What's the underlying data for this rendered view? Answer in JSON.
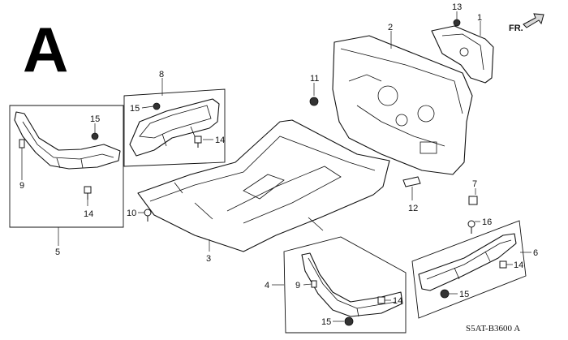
{
  "section_letter": "A",
  "direction_label": "FR.",
  "diagram_code": "S5AT-B3600 A",
  "callouts": {
    "c1": "1",
    "c2": "2",
    "c3": "3",
    "c4": "4",
    "c5": "5",
    "c6": "6",
    "c7": "7",
    "c8": "8",
    "c9_left": "9",
    "c9_lower": "9",
    "c10": "10",
    "c11": "11",
    "c12": "12",
    "c13": "13",
    "c14_box8": "14",
    "c14_box5": "14",
    "c14_box6": "14",
    "c14_box4": "14",
    "c15_box8": "15",
    "c15_box5": "15",
    "c15_box6": "15",
    "c15_box4": "15",
    "c16": "16"
  },
  "colors": {
    "line": "#111111",
    "background": "#ffffff",
    "shade": "#d9d9d9"
  },
  "icons": {
    "direction": "forward-arrow-icon"
  }
}
